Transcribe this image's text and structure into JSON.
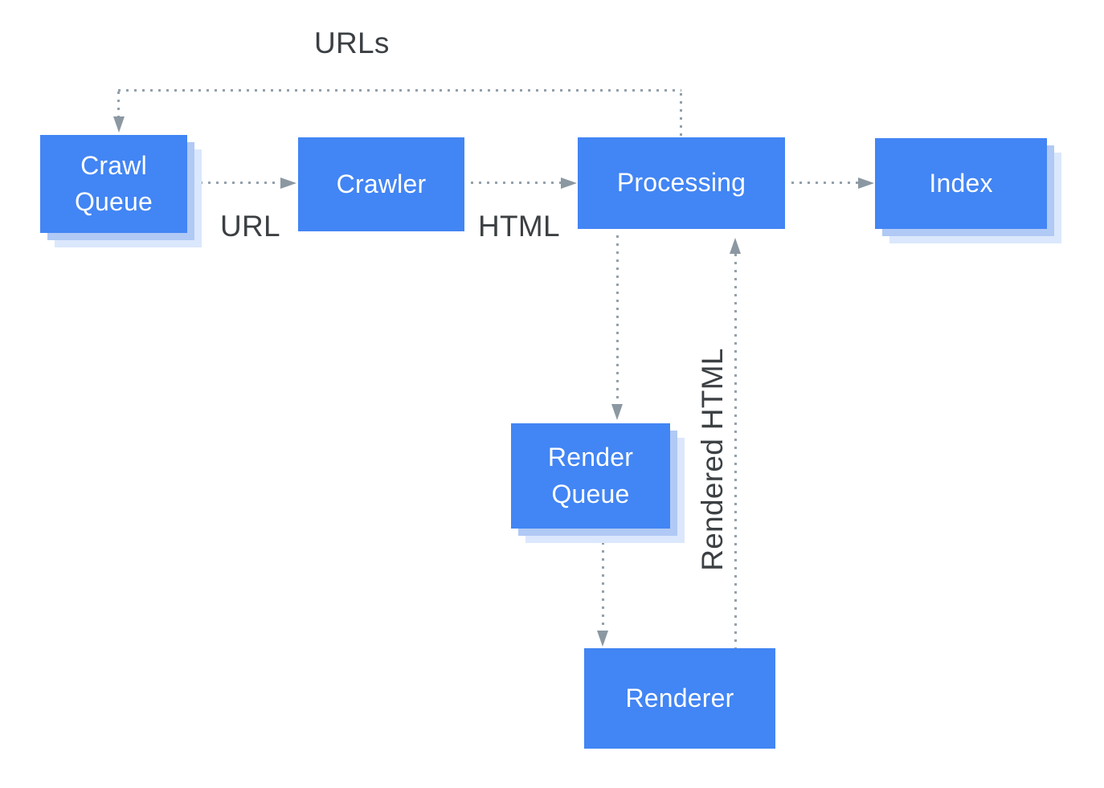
{
  "diagram": {
    "nodes": {
      "crawl_queue": {
        "label": "Crawl\nQueue"
      },
      "crawler": {
        "label": "Crawler"
      },
      "processing": {
        "label": "Processing"
      },
      "index": {
        "label": "Index"
      },
      "render_queue": {
        "label": "Render\nQueue"
      },
      "renderer": {
        "label": "Renderer"
      }
    },
    "edge_labels": {
      "urls": "URLs",
      "url": "URL",
      "html": "HTML",
      "rendered_html": "Rendered HTML"
    },
    "edges": [
      {
        "from": "processing",
        "to": "crawl_queue",
        "label": "URLs"
      },
      {
        "from": "crawl_queue",
        "to": "crawler",
        "label": "URL"
      },
      {
        "from": "crawler",
        "to": "processing",
        "label": "HTML"
      },
      {
        "from": "processing",
        "to": "index",
        "label": ""
      },
      {
        "from": "processing",
        "to": "render_queue",
        "label": ""
      },
      {
        "from": "render_queue",
        "to": "renderer",
        "label": ""
      },
      {
        "from": "renderer",
        "to": "processing",
        "label": "Rendered HTML"
      }
    ]
  },
  "palette": {
    "node_fill": "#4285f4",
    "node_text": "#ffffff",
    "shadow_mid": "#b0c9f5",
    "shadow_light": "#dbe7fc",
    "line_color": "#93a0ab",
    "arrow_color": "#8b98a2",
    "label_color": "#3c4043",
    "canvas_bg": "#ffffff"
  }
}
